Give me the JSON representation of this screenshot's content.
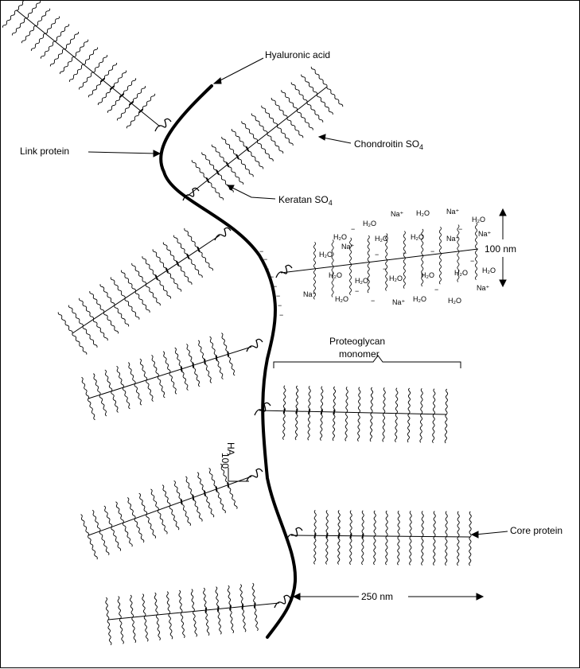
{
  "labels": {
    "hyaluronic_acid": "Hyaluronic acid",
    "link_protein": "Link protein",
    "chondroitin": "Chondroitin SO",
    "chondroitin_sub": "4",
    "keratan": "Keratan SO",
    "keratan_sub": "4",
    "proteoglycan": "Proteoglycan",
    "monomer": "monomer",
    "core_protein": "Core protein",
    "dim_100nm": "100 nm",
    "dim_250nm": "250 nm",
    "ha": "HA",
    "ha_100": "100"
  },
  "hydration": {
    "water": "H₂O",
    "sodium": "Na⁺",
    "negative": "−"
  }
}
